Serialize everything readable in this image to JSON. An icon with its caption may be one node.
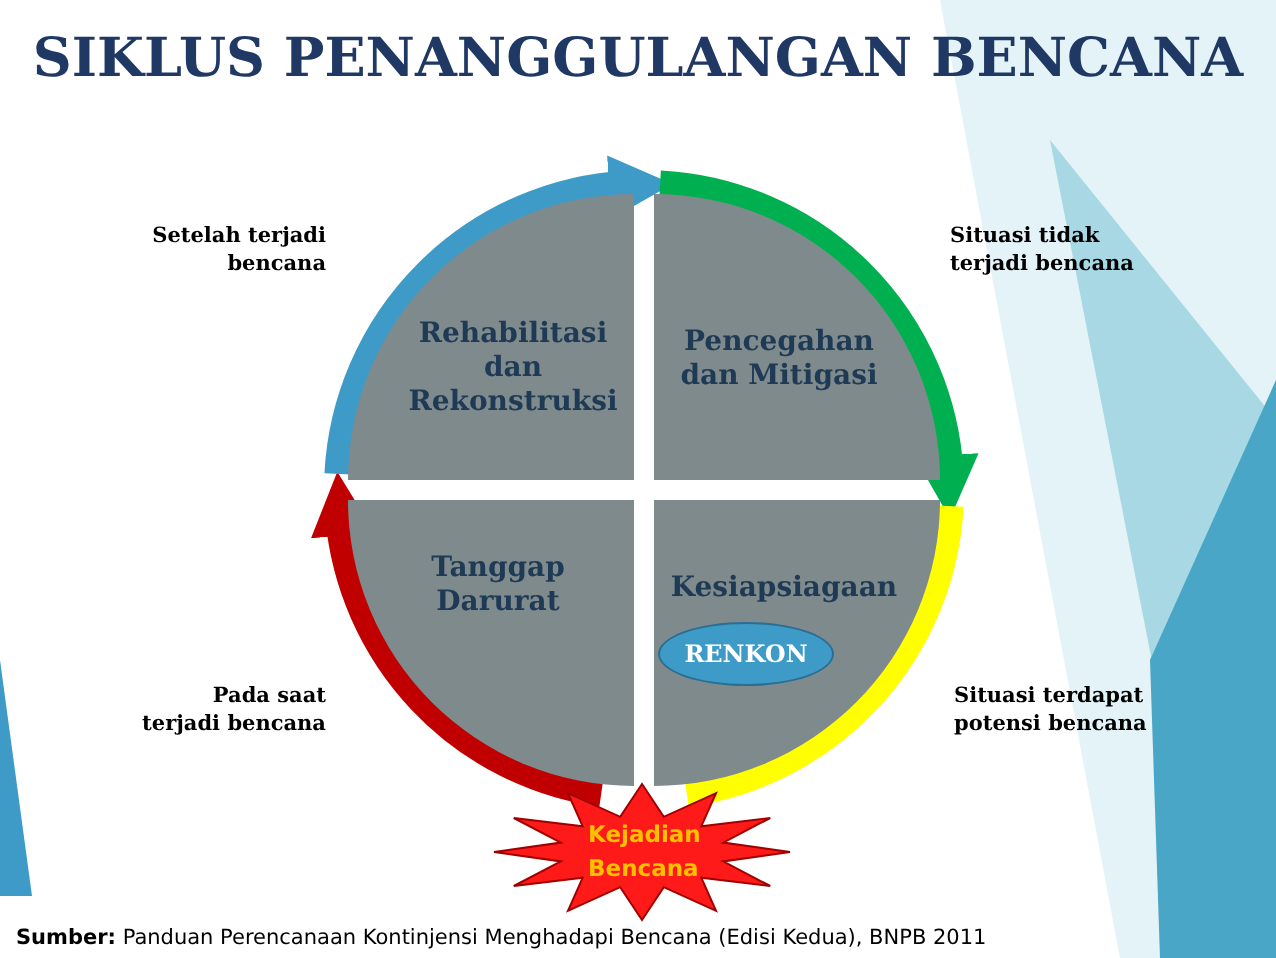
{
  "diagram": {
    "title": "SIKLUS PENANGGULANGAN BENCANA",
    "nodes": [
      {
        "text": [
          "Rehabilitasi dan Rekonstruksi"
        ]
      },
      {
        "text": [
          "Pencegahan dan Mitigasi"
        ]
      },
      {
        "text": [
          "Tanggap Darurat"
        ]
      },
      {
        "text": [
          "Kesiapsiagaan"
        ]
      },
      {
        "text": [
          "RENKON"
        ],
        "in": 3
      },
      {
        "text": [
          "Kejadian Bencana"
        ]
      }
    ],
    "edges": [
      {
        "from": 5,
        "to": 0,
        "arrow": "to",
        "color": "#c00000"
      },
      {
        "from": 0,
        "to": 1,
        "arrow": "to",
        "color": "#3e9bc8"
      },
      {
        "from": 1,
        "to": 3,
        "arrow": "to",
        "color": "#00b050"
      },
      {
        "from": 3,
        "to": 5,
        "arrow": "none",
        "color": "#ffff00"
      }
    ],
    "labels": [
      "Setelah terjadi bencana",
      "Situasi tidak terjadi bencana",
      "Pada saat terjadi bencana",
      "Situasi terdapat potensi bencana"
    ],
    "caption": "**Sumber:** Panduan Perencanaan Kontinjensi Menghadapi Bencana (Edisi Kedua), BNPB 2011"
  }
}
